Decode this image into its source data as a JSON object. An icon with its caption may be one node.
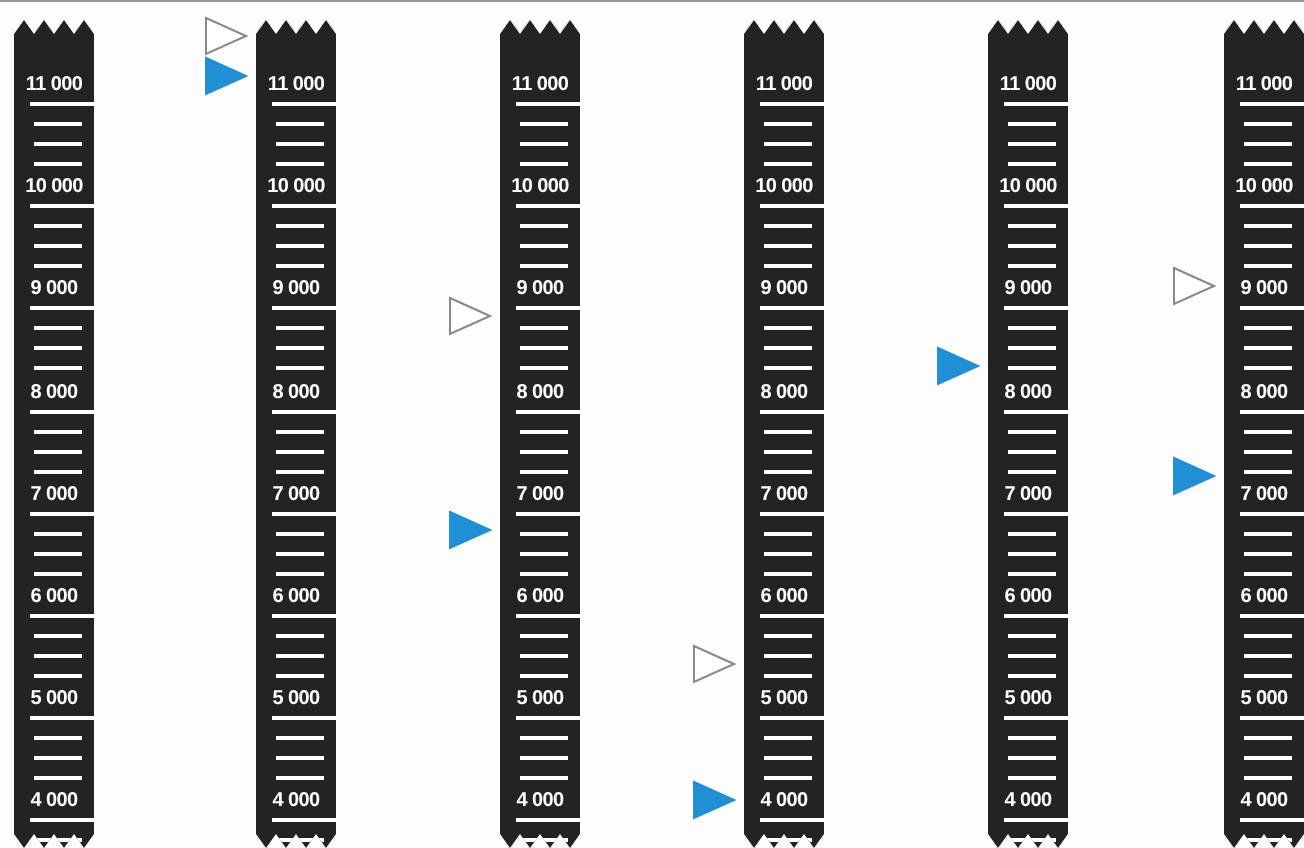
{
  "diagram": {
    "nodes": [
      {
        "text": [
          "11 000",
          "10 000",
          "9 000",
          "8 000",
          "7 000",
          "6 000",
          "5 000",
          "4 000"
        ]
      },
      {
        "text": [
          "11 000",
          "10 000",
          "9 000",
          "8 000",
          "7 000",
          "6 000",
          "5 000",
          "4 000"
        ]
      },
      {
        "text": [
          "11 000",
          "10 000",
          "9 000",
          "8 000",
          "7 000",
          "6 000",
          "5 000",
          "4 000"
        ]
      },
      {
        "text": [
          "11 000",
          "10 000",
          "9 000",
          "8 000",
          "7 000",
          "6 000",
          "5 000",
          "4 000"
        ]
      },
      {
        "text": [
          "11 000",
          "10 000",
          "9 000",
          "8 000",
          "7 000",
          "6 000",
          "5 000",
          "4 000"
        ]
      },
      {
        "text": [
          "11 000",
          "10 000",
          "9 000",
          "8 000",
          "7 000",
          "6 000",
          "5 000",
          "4 000"
        ]
      }
    ]
  }
}
